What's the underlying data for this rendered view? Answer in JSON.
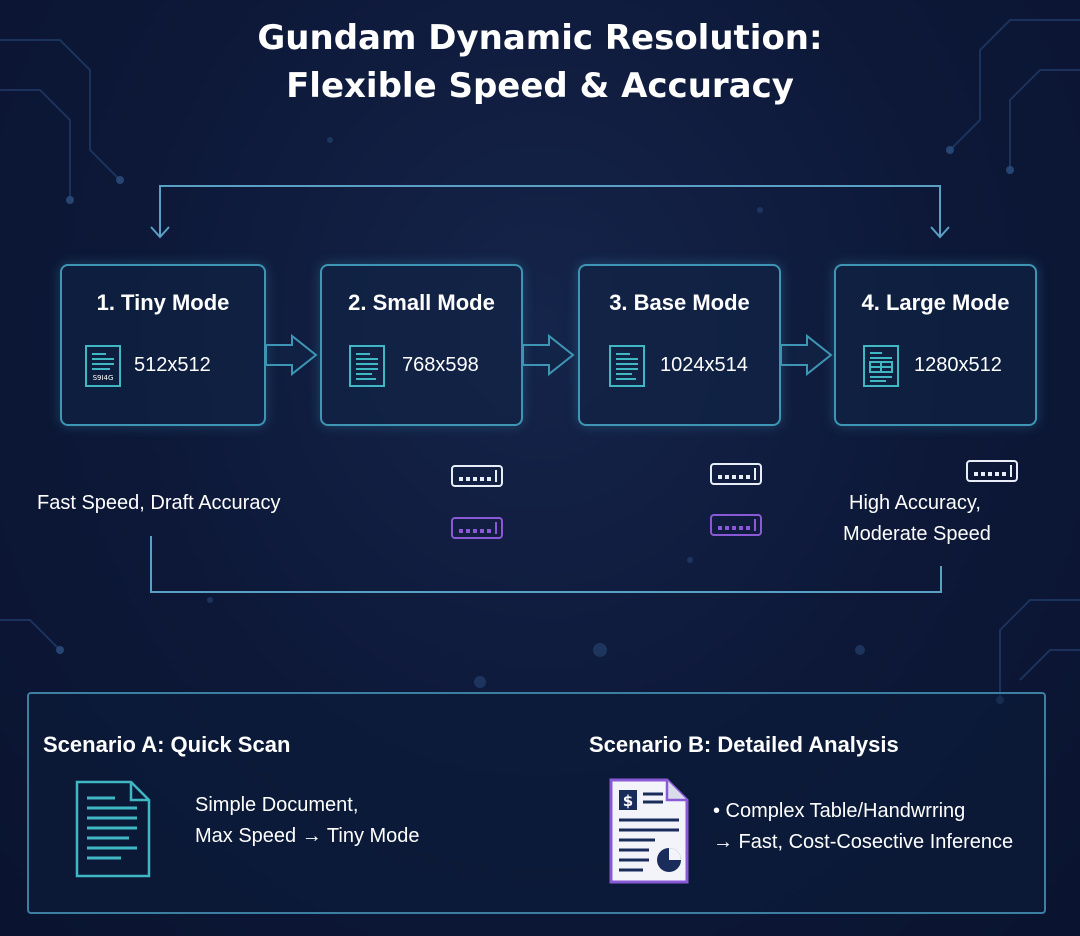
{
  "title": {
    "line1": "Gundam Dynamic Resolution:",
    "line2": "Flexible Speed & Accuracy"
  },
  "modes": [
    {
      "label": "1. Tiny Mode",
      "resolution": "512x512",
      "icon": "document-icon",
      "icon_text": "S9I4G"
    },
    {
      "label": "2. Small Mode",
      "resolution": "768x598",
      "icon": "document-icon"
    },
    {
      "label": "3. Base Mode",
      "resolution": "1024x514",
      "icon": "document-icon"
    },
    {
      "label": "4. Large Mode",
      "resolution": "1280x512",
      "icon": "document-icon"
    }
  ],
  "speed_labels": {
    "left": "Fast Speed, Draft Accuracy",
    "right_line1": "High Accuracy,",
    "right_line2": "Moderate Speed"
  },
  "scenarios": {
    "a": {
      "title": "Scenario A: Quick Scan",
      "line1": "Simple Document,",
      "line2": "Max Speed → Tiny Mode",
      "icon": "document-icon"
    },
    "b": {
      "title": "Scenario B: Detailed Analysis",
      "line1": "•  Complex Table/Handwrring",
      "line2": "→ Fast, Cost-Cosective Inference",
      "icon": "financial-report-icon"
    }
  },
  "colors": {
    "background": "#0d1838",
    "accent": "#3f95b4",
    "doc_teal": "#3fb8c4",
    "purple": "#8a5ad6",
    "connector": "#5a9fc4"
  }
}
